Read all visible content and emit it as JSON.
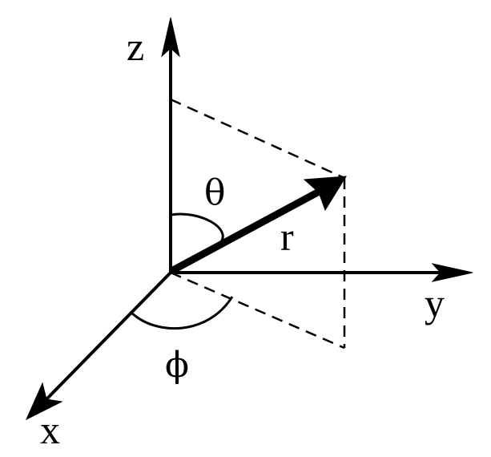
{
  "labels": {
    "z_axis": "z",
    "y_axis": "y",
    "x_axis": "x",
    "theta": "θ",
    "phi": "ϕ",
    "r_vector": "r"
  },
  "colors": {
    "ink": "#000000",
    "background": "#ffffff"
  }
}
